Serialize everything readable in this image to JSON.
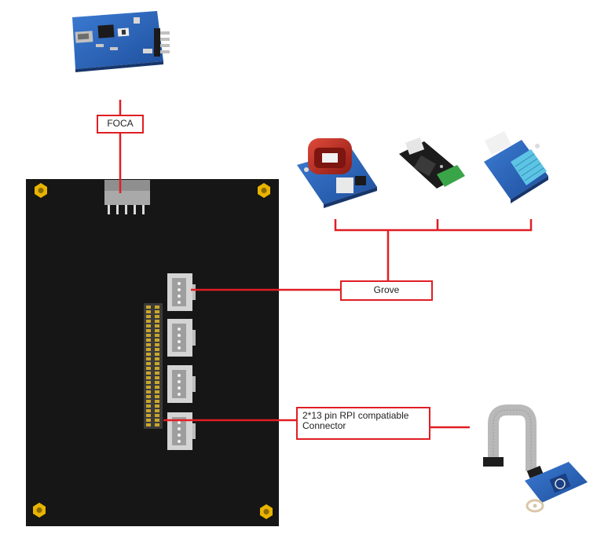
{
  "labels": {
    "foca": "FOCA",
    "grove": "Grove",
    "rpi_line1": "2*13 pin RPI compatiable",
    "rpi_line2": "Connector"
  },
  "colors": {
    "board": "#161616",
    "callout": "#e01e24",
    "pcb_blue": "#2a63b8",
    "pcb_red": "#b3261e",
    "mounting_hole": "#e8b400",
    "grove_socket": "#d4d4d4",
    "gpio_pin": "#c9a62c"
  },
  "modules": {
    "top": "foca-usb-adapter",
    "grove": [
      "current-sensor",
      "bluetooth-module",
      "temperature-humidity-sensor"
    ],
    "rpi": "rfid-reader"
  }
}
